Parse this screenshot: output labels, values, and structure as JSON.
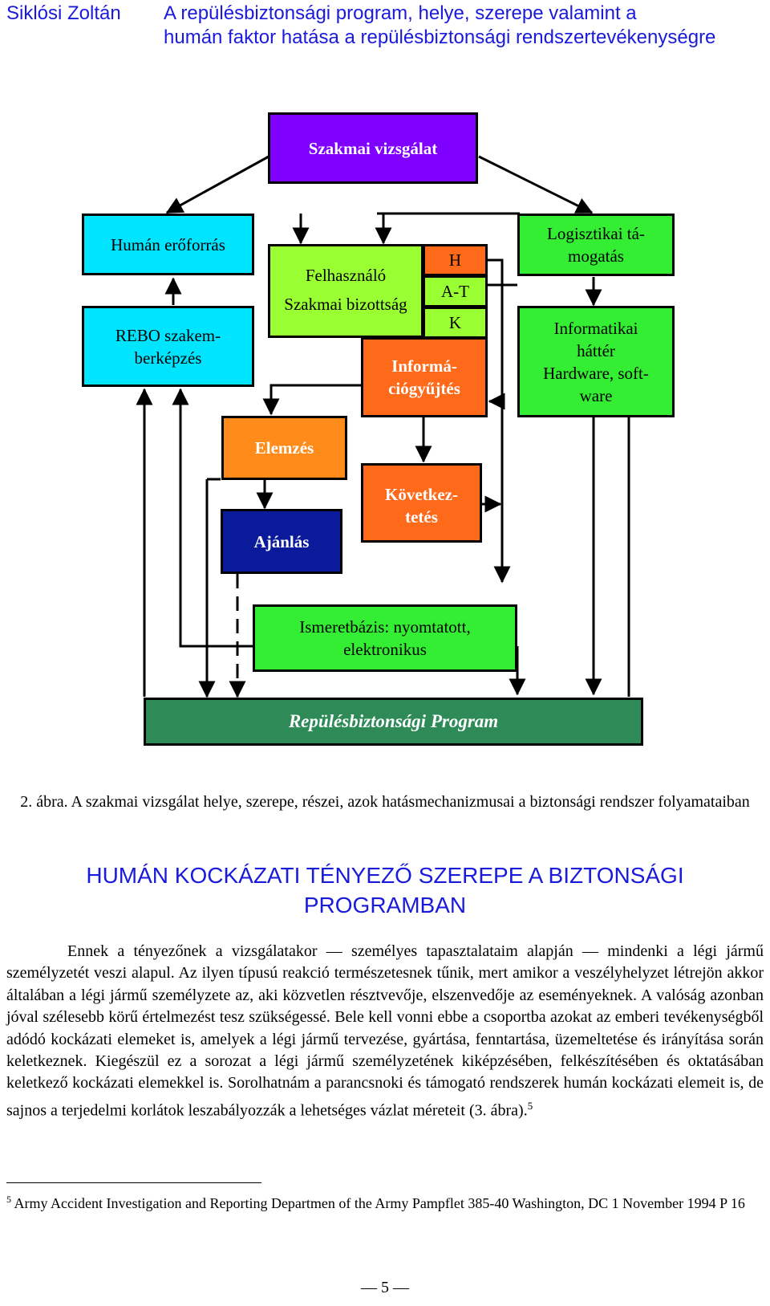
{
  "header": {
    "author": "Siklósi Zoltán",
    "title_line1": "A repülésbiztonsági program, helye, szerepe valamint a",
    "title_line2": "humán faktor hatása a repülésbiztonsági rendszertevékenységre"
  },
  "diagram": {
    "szakmai_vizsgalat": "Szakmai vizsgálat",
    "human_eroforras": "Humán erőforrás",
    "rebo_line1": "REBO szakem-",
    "rebo_line2": "berképzés",
    "felhasznalo": "Felhasználó",
    "szakmai_bizottsag": "Szakmai bizottság",
    "h": "H",
    "at": "A-T",
    "k": "K",
    "informaciogyujtes_line1": "Informá-",
    "informaciogyujtes_line2": "ciógyűjtés",
    "logisztikai_line1": "Logisztikai tá-",
    "logisztikai_line2": "mogatás",
    "informatikai_line1": "Informatikai",
    "informatikai_line2": "háttér",
    "informatikai_line3": "Hardware, soft-",
    "informatikai_line4": "ware",
    "elemzes": "Elemzés",
    "kovetkeztetes_line1": "Következ-",
    "kovetkeztetes_line2": "tetés",
    "ajanlas": "Ajánlás",
    "ismeretbazis_line1": "Ismeretbázis: nyomtatott,",
    "ismeretbazis_line2": "elektronikus",
    "repulesbiztonsagi_program": "Repülésbiztonsági Program",
    "colors": {
      "purple": "#7f00ff",
      "cyan": "#00e5ff",
      "lime": "#99ff33",
      "orange": "#ff6a1a",
      "light_orange": "#ff8c1a",
      "green": "#33ee33",
      "navy": "#0a1a9a",
      "dark_green": "#2e8b57"
    }
  },
  "caption": "2. ábra. A szakmai vizsgálat helye, szerepe, részei, azok hatásmechanizmusai a biztonsági rendszer folyamataiban",
  "section_title_line1": "HUMÁN KOCKÁZATI TÉNYEZŐ SZEREPE A BIZTONSÁGI",
  "section_title_line2": "PROGRAMBAN",
  "body": "Ennek a tényezőnek a vizsgálatakor — személyes tapasztalataim alapján — mindenki a légi jármű személyzetét veszi alapul. Az ilyen típusú reakció természetesnek tűnik, mert amikor a veszélyhelyzet létrejön akkor általában a légi jármű személyzete az, aki közvetlen résztvevője, elszenvedője az eseményeknek. A valóság azonban jóval szélesebb körű értelmezést tesz szükségessé. Bele kell vonni ebbe a csoportba azokat az emberi tevékenységből adódó kockázati elemeket is, amelyek a légi jármű tervezése, gyártása, fenntartása, üzemeltetése és irányítása során keletkeznek. Kiegészül ez a sorozat a légi jármű személyzetének kiképzésében, felkészítésében és oktatásában keletkező kockázati elemekkel is. Sorolhatnám a parancsnoki és támogató rendszerek humán kockázati elemeit is, de sajnos a terjedelmi korlátok leszabályozzák a lehetséges vázlat méreteit (3. ábra).",
  "body_footnote_ref": "5",
  "footnote_mark": "5",
  "footnote_text": "Army Accident Investigation and Reporting  Departmen of the Army Pampflet 385-40 Washington, DC 1 November 1994 P 16",
  "page_number": "— 5 —"
}
